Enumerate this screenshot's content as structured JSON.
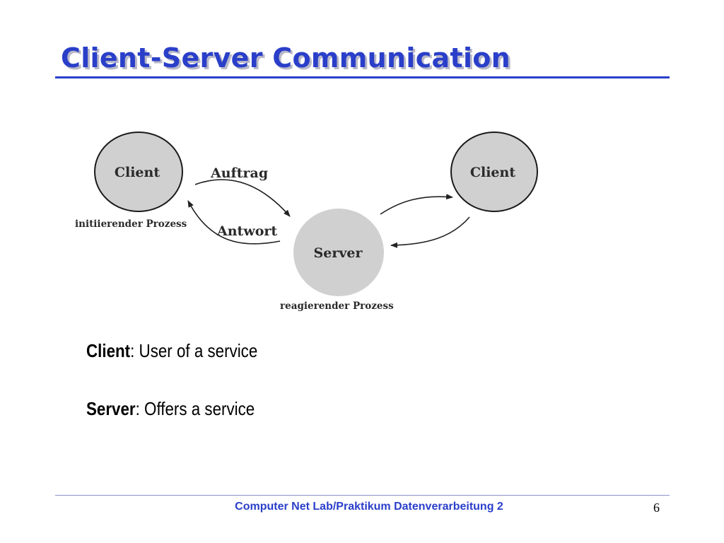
{
  "slide": {
    "title": "Client-Server Communication",
    "title_color": "#2a3fc9"
  },
  "diagram": {
    "nodes": {
      "client_left": {
        "label": "Client",
        "caption": "initiierender Prozess"
      },
      "server": {
        "label": "Server",
        "caption": "reagierender Prozess"
      },
      "client_right": {
        "label": "Client"
      }
    },
    "edges": {
      "request": "Auftrag",
      "response": "Antwort"
    },
    "node_fill": "#d0d0d0"
  },
  "definitions": [
    {
      "term": "Client",
      "text": ": User of a service"
    },
    {
      "term": "Server",
      "text": ": Offers a service"
    }
  ],
  "footer": {
    "text": "Computer Net Lab/Praktikum Datenverarbeitung 2",
    "page_number": "6"
  }
}
